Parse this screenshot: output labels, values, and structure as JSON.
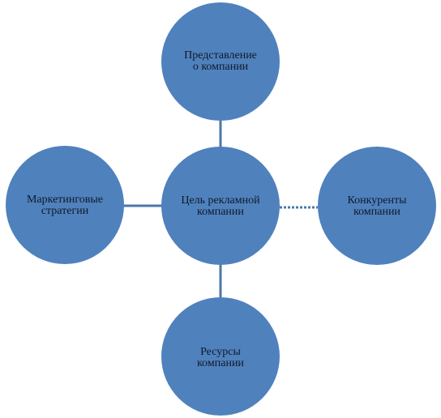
{
  "diagram": {
    "center": {
      "label": "Цель рекламной\nкомпании"
    },
    "top": {
      "label": "Представление\nо компании"
    },
    "left": {
      "label": "Маркетинговые\nстратегии"
    },
    "right": {
      "label": "Конкуренты\nкомпании"
    },
    "bottom": {
      "label": "Ресурсы\nкомпании"
    }
  },
  "colors": {
    "node_fill": "#4f81bd",
    "connector": "#4a78aa",
    "text": "#0f1a2a"
  }
}
